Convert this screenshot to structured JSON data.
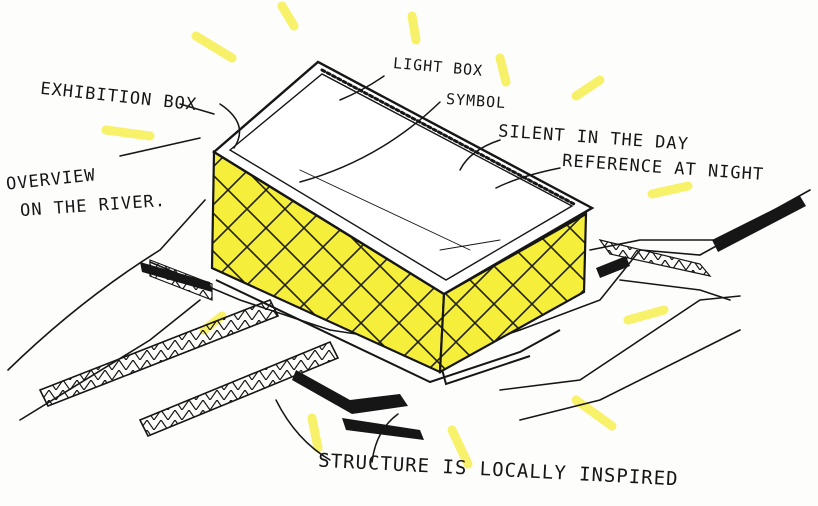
{
  "labels": {
    "exhibition_box": "EXHIBITION BOX",
    "overview_line1": "OVERVIEW",
    "overview_line2": "ON THE RIVER.",
    "light_box": "LIGHT BOX",
    "symbol": "SYMBOL",
    "silent_day": "SILENT IN THE DAY",
    "reference_night": "REFERENCE AT NIGHT",
    "structure": "STRUCTURE IS LOCALLY INSPIRED"
  },
  "colors": {
    "ink": "#161616",
    "highlight_yellow": "#f5ee3a",
    "ray_yellow": "#f7ef5a",
    "paper": "#fdfdfb"
  }
}
